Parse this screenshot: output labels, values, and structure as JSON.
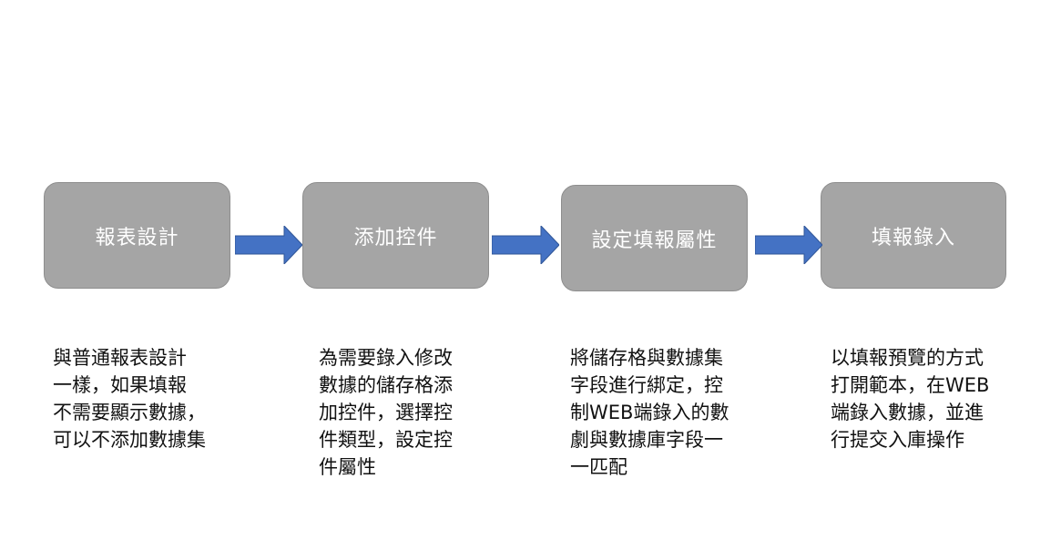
{
  "colors": {
    "box_fill": "#a5a5a5",
    "box_border": "#8e8e8e",
    "box_text": "#ffffff",
    "arrow_fill": "#4472c4",
    "desc_text": "#111111"
  },
  "steps": [
    {
      "label": "報表設計",
      "description": "與普通報表設計\n一樣，如果填報\n不需要顯示數據，\n可以不添加數據集"
    },
    {
      "label": "添加控件",
      "description": "為需要錄入修改\n數據的儲存格添\n加控件，選擇控\n件類型，設定控\n件屬性"
    },
    {
      "label": "設定填報屬性",
      "description": "將儲存格與數據集\n字段進行綁定，控\n制WEB端錄入的數\n劇與數據庫字段一\n一匹配"
    },
    {
      "label": "填報錄入",
      "description": "以填報預覽的方式\n打開範本，在WEB\n端錄入數據，並進\n行提交入庫操作"
    }
  ]
}
